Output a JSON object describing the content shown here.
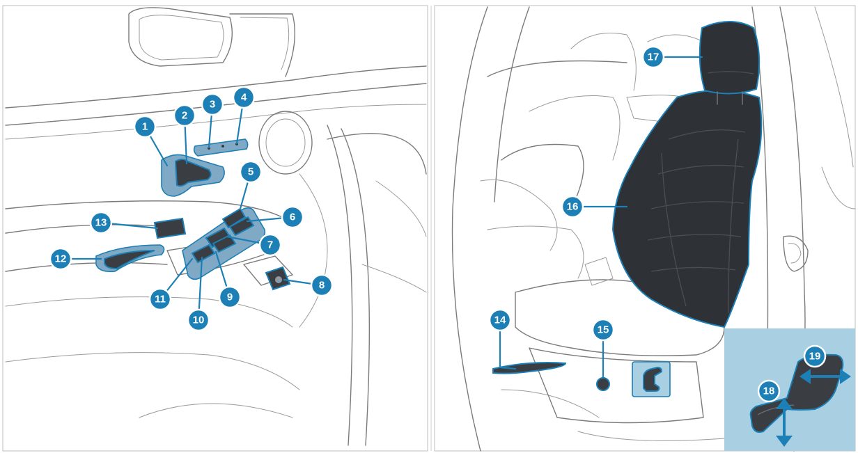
{
  "callouts": [
    {
      "id": "c1",
      "label": "1"
    },
    {
      "id": "c2",
      "label": "2"
    },
    {
      "id": "c3",
      "label": "3"
    },
    {
      "id": "c4",
      "label": "4"
    },
    {
      "id": "c5",
      "label": "5"
    },
    {
      "id": "c6",
      "label": "6"
    },
    {
      "id": "c7",
      "label": "7"
    },
    {
      "id": "c8",
      "label": "8"
    },
    {
      "id": "c9",
      "label": "9"
    },
    {
      "id": "c10",
      "label": "10"
    },
    {
      "id": "c11",
      "label": "11"
    },
    {
      "id": "c12",
      "label": "12"
    },
    {
      "id": "c13",
      "label": "13"
    },
    {
      "id": "c14",
      "label": "14"
    },
    {
      "id": "c15",
      "label": "15"
    },
    {
      "id": "c16",
      "label": "16"
    },
    {
      "id": "c17",
      "label": "17"
    },
    {
      "id": "c18",
      "label": "18"
    },
    {
      "id": "c19",
      "label": "19"
    }
  ],
  "colors": {
    "callout": "#1c7fb5",
    "inset_background": "#a9cfe2",
    "seat_upholstery": "#2e3136",
    "line_art": "#7b7b7b"
  }
}
